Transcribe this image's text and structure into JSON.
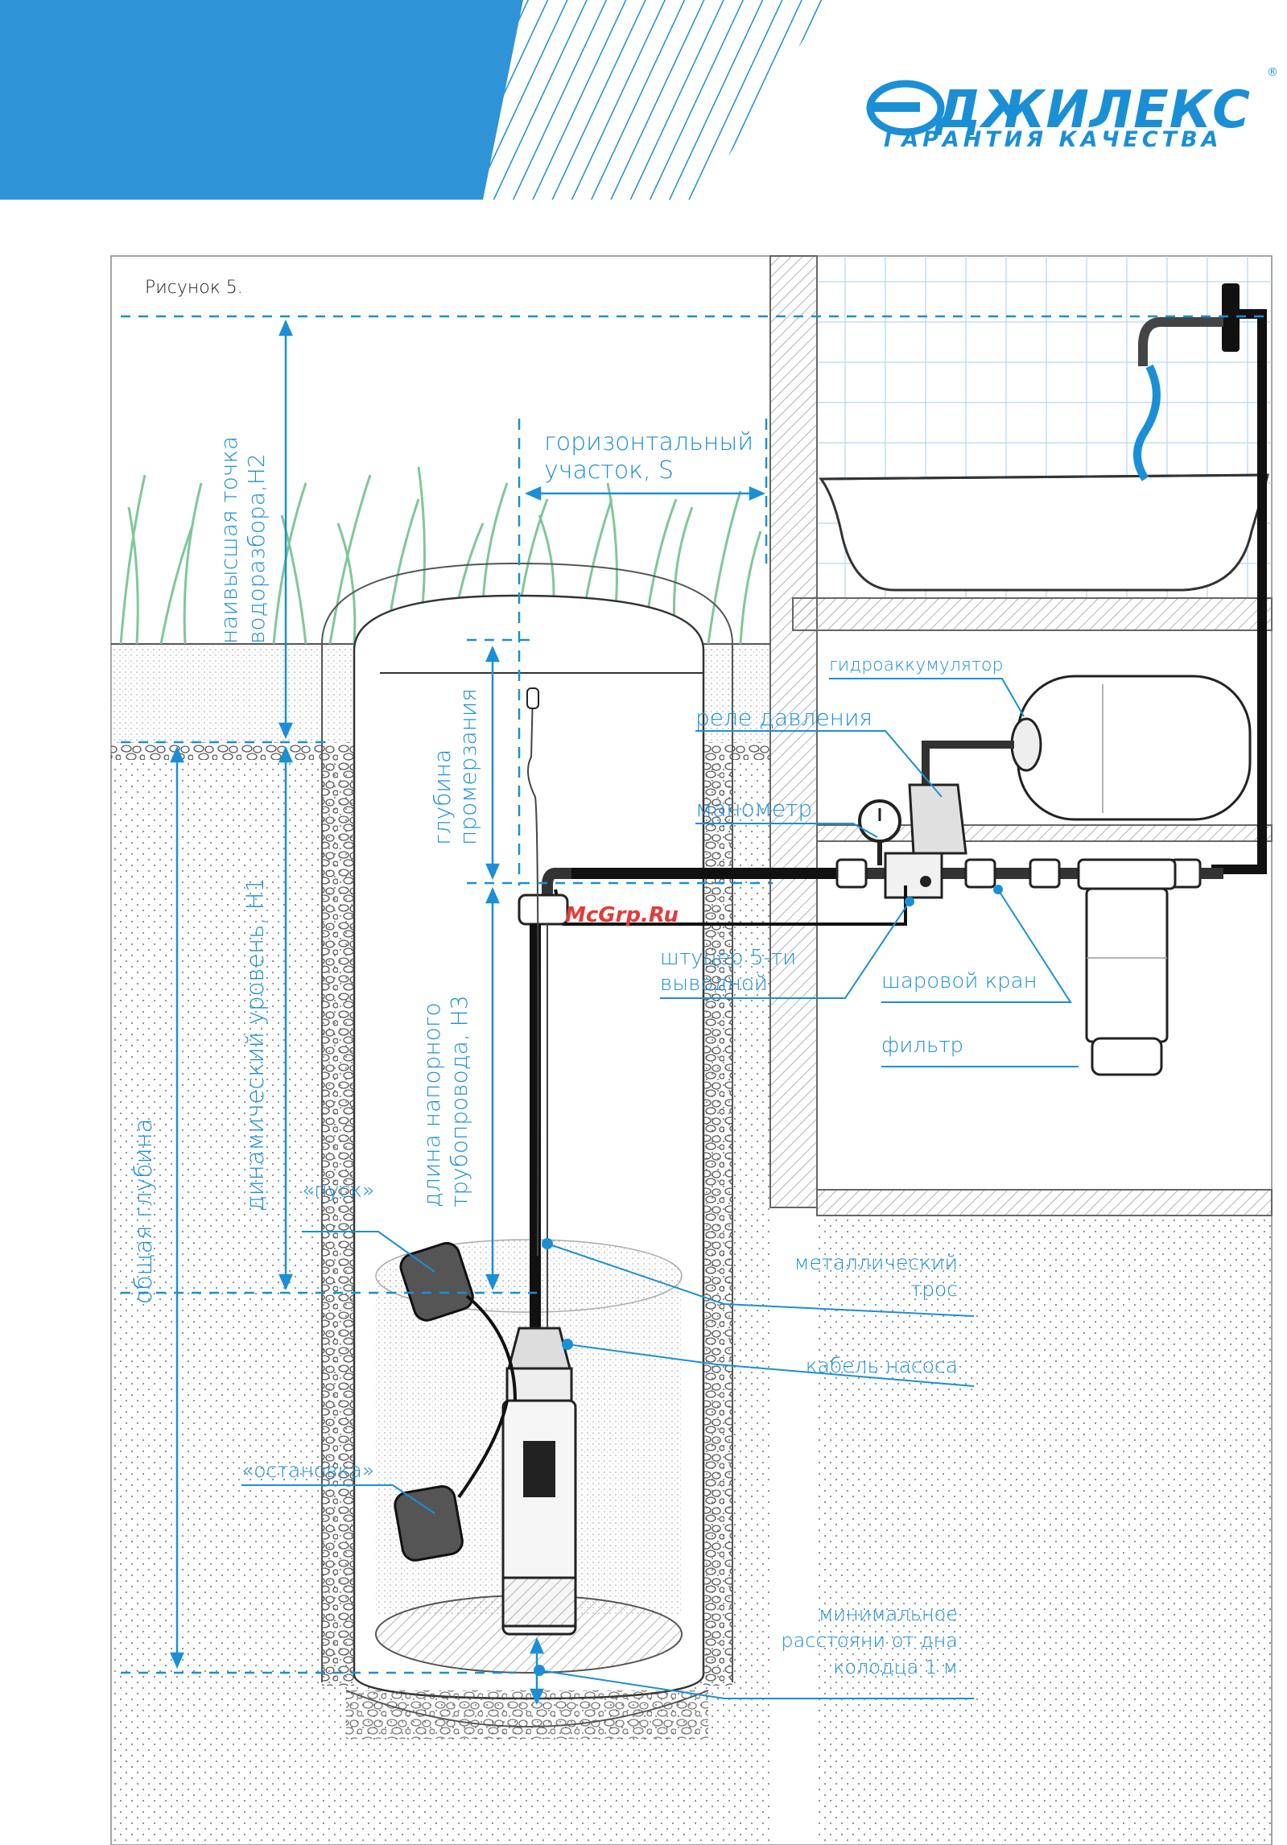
{
  "brand": {
    "name": "ДЖИЛЕКС",
    "registered": "®",
    "tagline": "ГАРАНТИЯ КАЧЕСТВА"
  },
  "figure": {
    "title": "Рисунок 5."
  },
  "watermark": "McGrp.Ru",
  "labels": {
    "horizontal_1": "горизонтальный",
    "horizontal_2": "участок, S",
    "h2_1": "наивысшая точка",
    "h2_2": "водоразбора,H2",
    "freeze_1": "глубина",
    "freeze_2": "промерзания",
    "h1": "динамический уровень, H1",
    "total": "общая глубина",
    "h3_1": "длина напорного",
    "h3_2": "трубопровода, H3",
    "start": "«пуск»",
    "stop": "«остановка»",
    "accumulator": "гидроаккумулятор",
    "relay": "реле давления",
    "manometer": "манометр",
    "fitting_1": "штуцер 5-ти",
    "fitting_2": "выводной",
    "ball_valve": "шаровой кран",
    "filter": "фильтр",
    "cable_1": "металлический",
    "cable_2": "трос",
    "pump_cable": "кабель насоса",
    "min_dist_1": "минимальное",
    "min_dist_2": "расстояни от дна",
    "min_dist_3": "колодца 1 м"
  },
  "colors": {
    "accent": "#1b8fd6",
    "dark": "#1a1a1a",
    "grass": "#7fc79a"
  }
}
